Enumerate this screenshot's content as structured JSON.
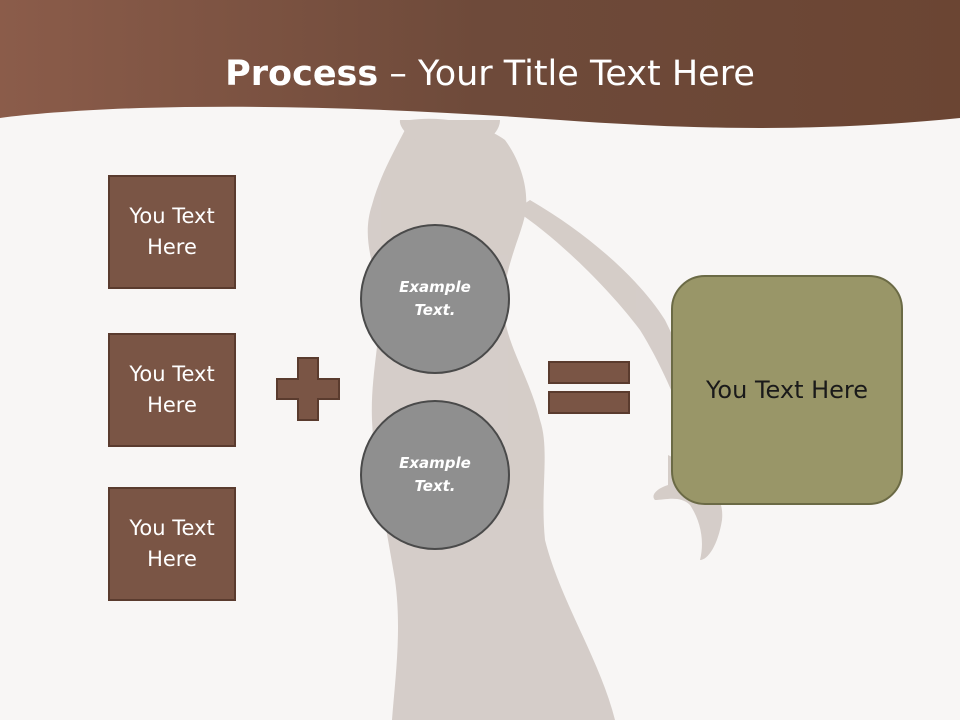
{
  "slide": {
    "title_bold": "Process",
    "title_rest": " – Your Title Text Here"
  },
  "left_boxes": [
    {
      "label": "You Text Here"
    },
    {
      "label": "You Text Here"
    },
    {
      "label": "You Text Here"
    }
  ],
  "circles": [
    {
      "label": "Example Text."
    },
    {
      "label": "Example Text."
    }
  ],
  "result": {
    "label": "You Text Here"
  },
  "colors": {
    "header_dark": "#6e4a3a",
    "header_light": "#8b5c4a",
    "box_fill": "#7a5545",
    "circle_fill": "#8f8f8f",
    "result_fill": "#999668",
    "symbol_fill": "#7a5545"
  }
}
